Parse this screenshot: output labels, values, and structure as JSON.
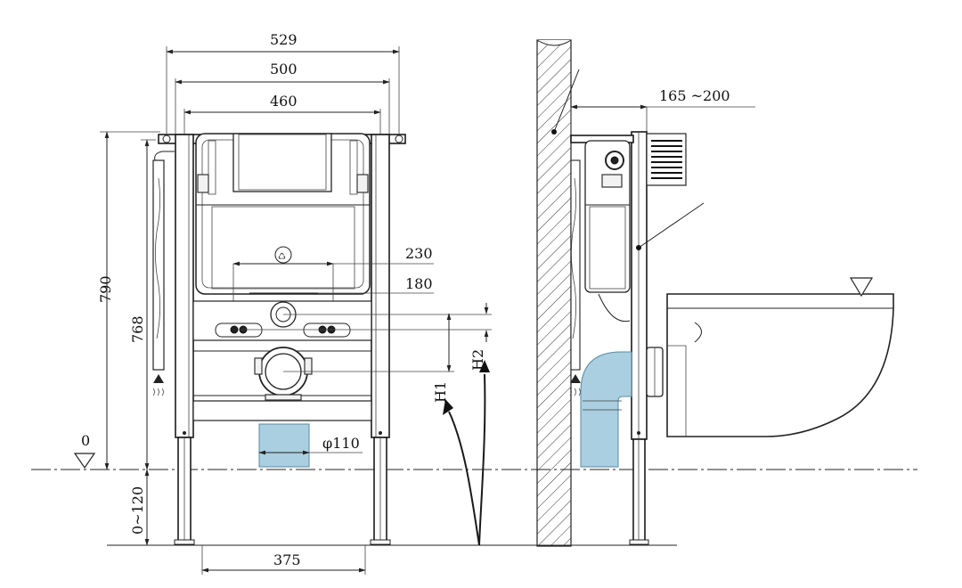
{
  "front_view": {
    "dim_width_outer": "529",
    "dim_width_mid": "500",
    "dim_width_inner": "460",
    "dim_height_total": "790",
    "dim_height_frame": "768",
    "dim_bolt_spacing_wide": "230",
    "dim_bolt_spacing_narrow": "180",
    "dim_drain_diameter": "φ110",
    "dim_leg_spacing": "375",
    "dim_leg_adjust": "0~120",
    "floor_level": "0",
    "label_h1": "H1",
    "label_h2": "H2"
  },
  "side_view": {
    "dim_depth": "165 ~200"
  },
  "colors": {
    "pipe_blue": "#a9cfe0",
    "line": "#222222"
  }
}
